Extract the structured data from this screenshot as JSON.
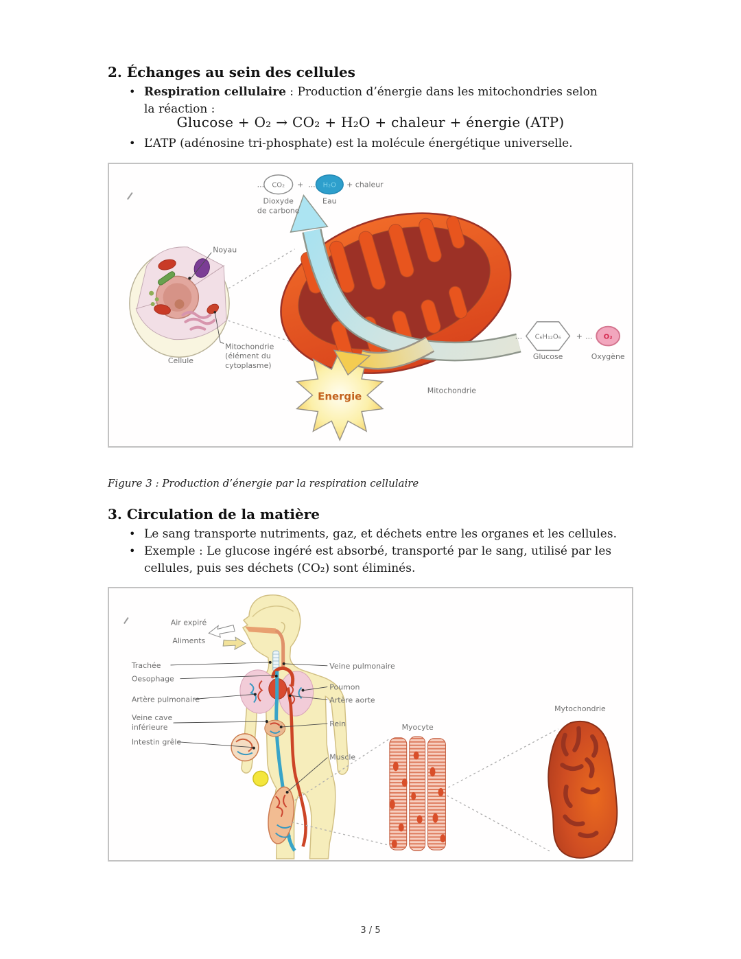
{
  "ui": {
    "bullet": "•"
  },
  "colors": {
    "mito_orange": "#e2571e",
    "mito_inner_red": "#9c3126",
    "water_blue": "#2e9fcc",
    "oxygen_pink": "#f2a6bd",
    "energy_text": "#c2611c",
    "body_yellow": "#f6edbb",
    "vessel_red": "#cc4426",
    "vessel_blue": "#38a4c8"
  },
  "section2": {
    "heading": "2. Échanges au sein des cellules",
    "bullet1_bold": "Respiration cellulaire",
    "bullet1_rest": " : Production d’énergie dans les mitochondries selon la réaction :",
    "equation": "Glucose + O₂ → CO₂ + H₂O + chaleur + énergie (ATP)",
    "bullet2": "L’ATP (adénosine tri-phosphate) est la molécule énergétique universelle."
  },
  "figure3": {
    "caption": "Figure 3 : Production d’énergie par la respiration cellulaire",
    "labels": {
      "dots_a": "...",
      "co2": "CO₂",
      "plus_a": "+",
      "dots_b": "...",
      "h2o": "H₂O",
      "plus_chaleur": "+ chaleur",
      "dioxyde_line1": "Dioxyde",
      "dioxyde_line2": "de carbone",
      "eau": "Eau",
      "noyau": "Noyau",
      "cellule": "Cellule",
      "mito_small_line1": "Mitochondrie",
      "mito_small_line2": "(élément du",
      "mito_small_line3": "cytoplasme)",
      "energie": "Energie",
      "mitochondrie": "Mitochondrie",
      "dots_c": "...",
      "glucose_formula": "C₆H₁₂O₆",
      "plus_b": "+",
      "dots_d": "...",
      "o2": "O₂",
      "glucose": "Glucose",
      "oxygene": "Oxygène"
    }
  },
  "section3": {
    "heading": "3. Circulation de la matière",
    "bullet1": "Le sang transporte nutriments, gaz, et déchets entre les organes et les cellules.",
    "bullet2": "Exemple : Le glucose ingéré est absorbé, transporté par le sang, utilisé par les cellules, puis ses déchets (CO₂) sont éliminés."
  },
  "figure4": {
    "labels": {
      "air_expire": "Air expiré",
      "aliments": "Aliments",
      "trachee": "Trachée",
      "oesophage": "Oesophage",
      "artere_pulmonaire": "Artère pulmonaire",
      "veine_cave_line1": "Veine cave",
      "veine_cave_line2": "inférieure",
      "intestin_grele": "Intestin grêle",
      "veine_pulmonaire": "Veine pulmonaire",
      "poumon": "Poumon",
      "artere_aorte": "Artère aorte",
      "rein": "Rein",
      "muscle": "Muscle",
      "myocyte": "Myocyte",
      "mytochondrie": "Mytochondrie"
    }
  },
  "footer": {
    "page_number": "3 / 5"
  }
}
